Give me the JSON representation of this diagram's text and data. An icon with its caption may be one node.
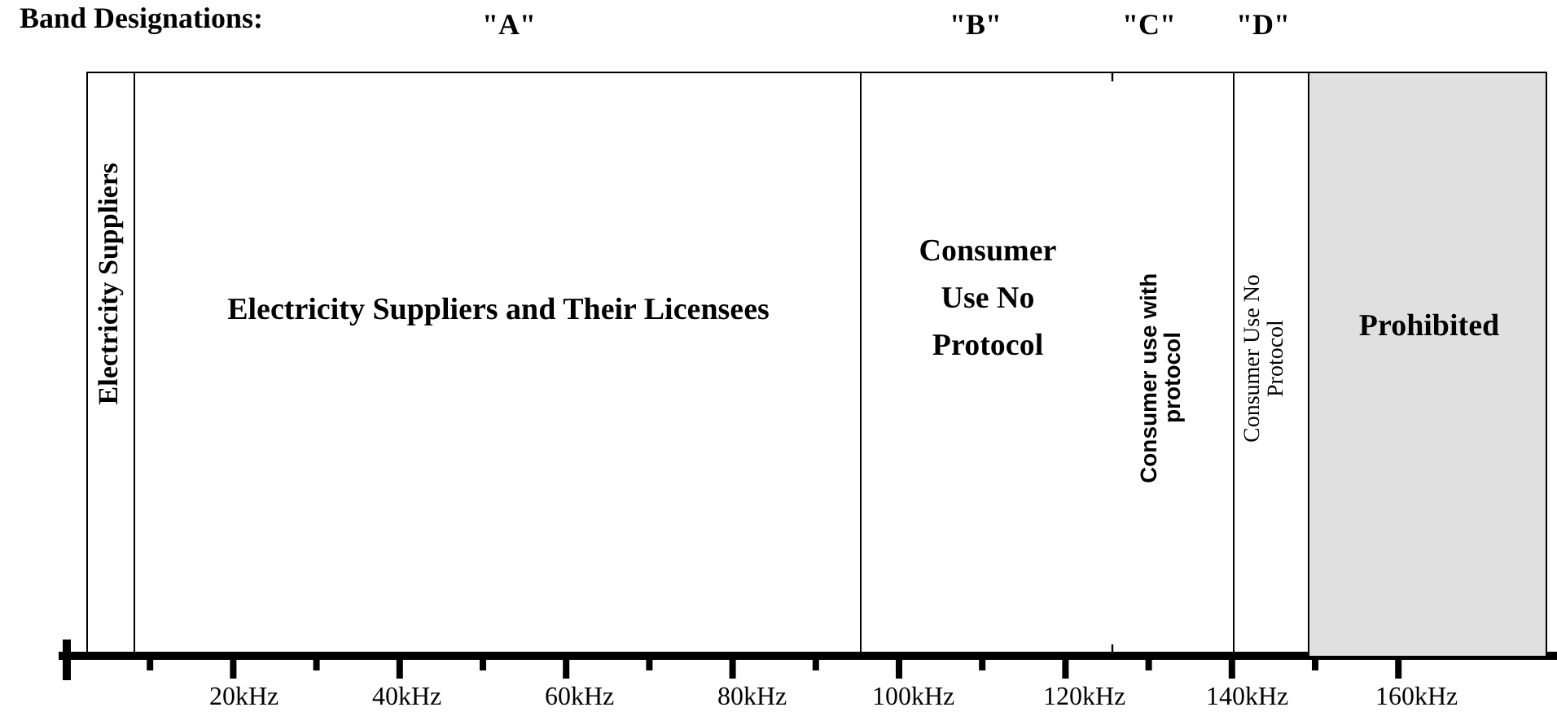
{
  "diagram": {
    "nodes": [
      {
        "text": [
          "Electricity Suppliers"
        ]
      },
      {
        "text": [
          "Electricity Suppliers and Their Licensees"
        ]
      },
      {
        "text": [
          "Consumer Use No Protocol"
        ]
      },
      {
        "text": [
          "Consumer use with protocol"
        ]
      },
      {
        "text": [
          "Consumer Use No Protocol"
        ]
      },
      {
        "text": [
          "Prohibited"
        ]
      }
    ],
    "edges": [],
    "labels": [
      "Band Designations:",
      "\"A\"",
      "\"B\"",
      "\"C\"",
      "\"D\"",
      "20kHz",
      "40kHz",
      "60kHz",
      "80kHz",
      "100kHz",
      "120kHz",
      "140kHz",
      "160kHz"
    ]
  }
}
